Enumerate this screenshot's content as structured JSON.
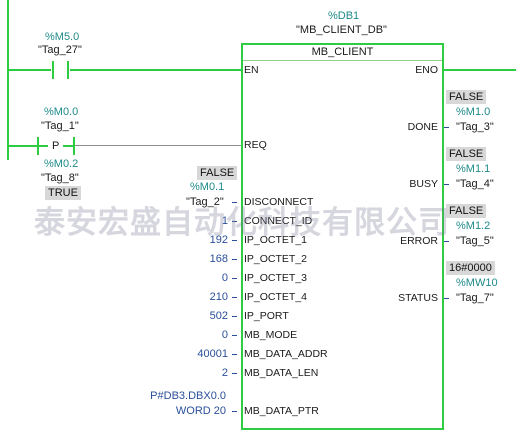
{
  "block": {
    "db_address": "%DB1",
    "db_name": "\"MB_CLIENT_DB\"",
    "title": "MB_CLIENT",
    "inputs": [
      "EN",
      "REQ",
      "DISCONNECT",
      "CONNECT_ID",
      "IP_OCTET_1",
      "IP_OCTET_2",
      "IP_OCTET_3",
      "IP_OCTET_4",
      "IP_PORT",
      "MB_MODE",
      "MB_DATA_ADDR",
      "MB_DATA_LEN",
      "MB_DATA_PTR"
    ],
    "outputs": [
      "ENO",
      "DONE",
      "BUSY",
      "ERROR",
      "STATUS"
    ]
  },
  "contacts": {
    "en": {
      "address": "%M5.0",
      "tag": "\"Tag_27\""
    },
    "req": {
      "address": "%M0.0",
      "tag": "\"Tag_1\"",
      "type": "P"
    },
    "edge": {
      "address": "%M0.2",
      "tag": "\"Tag_8\"",
      "value": "TRUE"
    }
  },
  "params": {
    "disconnect": {
      "value": "FALSE",
      "address": "%M0.1",
      "tag": "\"Tag_2\""
    },
    "connect_id": "1",
    "ip_octet_1": "192",
    "ip_octet_2": "168",
    "ip_octet_3": "0",
    "ip_octet_4": "210",
    "ip_port": "502",
    "mb_mode": "0",
    "mb_data_addr": "40001",
    "mb_data_len": "2",
    "mb_data_ptr_1": "P#DB3.DBX0.0",
    "mb_data_ptr_2": "WORD 20"
  },
  "outputs": {
    "done": {
      "value": "FALSE",
      "address": "%M1.0",
      "tag": "\"Tag_3\""
    },
    "busy": {
      "value": "FALSE",
      "address": "%M1.1",
      "tag": "\"Tag_4\""
    },
    "error": {
      "value": "FALSE",
      "address": "%M1.2",
      "tag": "\"Tag_5\""
    },
    "status": {
      "value": "16#0000",
      "address": "%MW10",
      "tag": "\"Tag_7\""
    }
  },
  "watermark": "泰安宏盛自动化科技有限公司",
  "colors": {
    "rung": "#2ecc40",
    "box": "#2ecc40",
    "address": "#1f8a8a",
    "param": "#2a4f9a"
  }
}
